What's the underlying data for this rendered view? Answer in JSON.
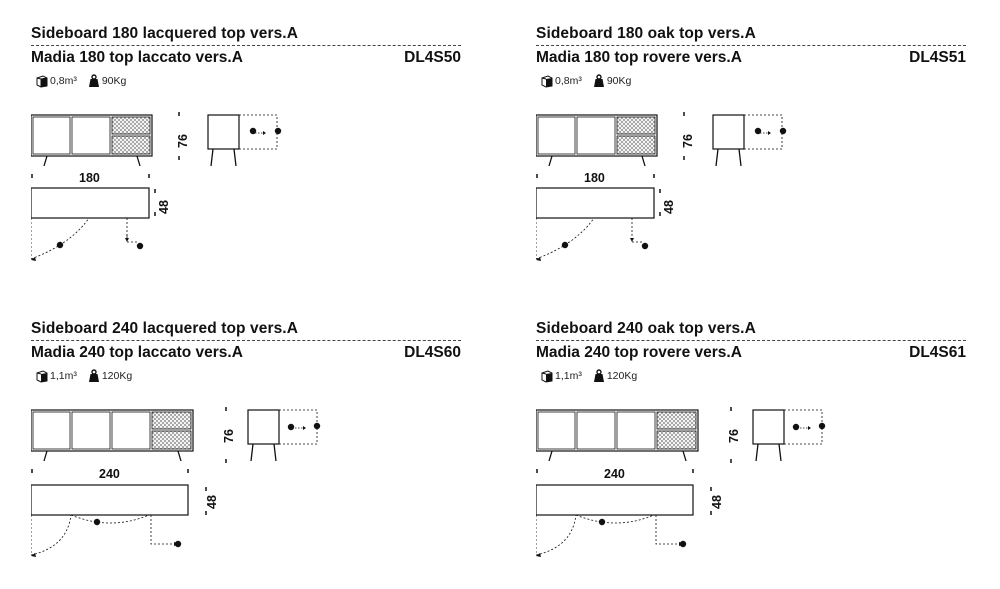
{
  "cards": [
    {
      "title": "Sideboard 180 lacquered top vers.A",
      "subtitle": "Madia 180 top laccato vers.A",
      "code": "DL4S50",
      "volume": "0,8m³",
      "weight": "90Kg",
      "width_label": "180",
      "height_label": "76",
      "depth_label": "48"
    },
    {
      "title": "Sideboard 180 oak top vers.A",
      "subtitle": "Madia 180 top rovere vers.A",
      "code": "DL4S51",
      "volume": "0,8m³",
      "weight": "90Kg",
      "width_label": "180",
      "height_label": "76",
      "depth_label": "48"
    },
    {
      "title": "Sideboard 240 lacquered top vers.A",
      "subtitle": "Madia 240 top laccato vers.A",
      "code": "DL4S60",
      "volume": "1,1m³",
      "weight": "120Kg",
      "width_label": "240",
      "height_label": "76",
      "depth_label": "48"
    },
    {
      "title": "Sideboard 240 oak top vers.A",
      "subtitle": "Madia 240 top rovere vers.A",
      "code": "DL4S61",
      "volume": "1,1m³",
      "weight": "120Kg",
      "width_label": "240",
      "height_label": "76",
      "depth_label": "48"
    }
  ],
  "icons": {
    "volume": "box-icon",
    "weight": "weight-icon"
  },
  "markers": {
    "door_swing": "1",
    "drawer_pull": "3"
  }
}
